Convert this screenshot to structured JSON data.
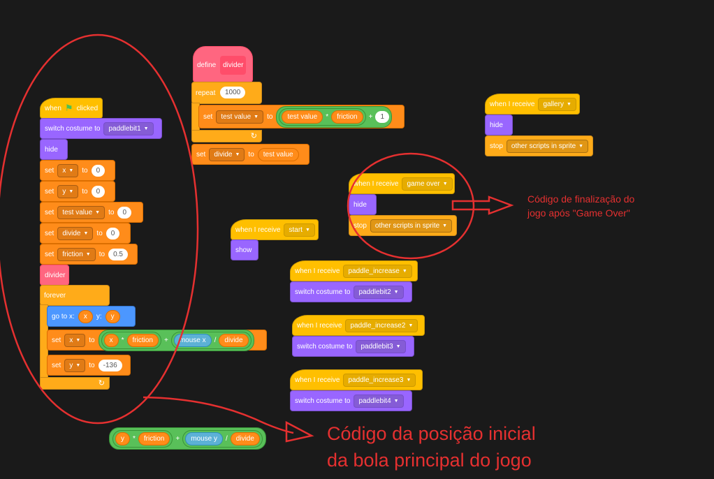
{
  "script_main": {
    "when_label": "when",
    "clicked_label": "clicked",
    "flag_icon": "green-flag",
    "switch_costume_label": "switch costume to",
    "costume": "paddlebit1",
    "hide_label": "hide",
    "set_label": "set",
    "to_label": "to",
    "sets": [
      {
        "var": "x",
        "value": "0"
      },
      {
        "var": "y",
        "value": "0"
      },
      {
        "var": "test value",
        "value": "0"
      },
      {
        "var": "divide",
        "value": "0"
      },
      {
        "var": "friction",
        "value": "0.5"
      }
    ],
    "divider_label": "divider",
    "forever_label": "forever",
    "goto_label": "go to x:",
    "goto_y_label": "y:",
    "goto_x_var": "x",
    "goto_y_var": "y",
    "set_x": {
      "var": "x",
      "a": "x",
      "op1": "*",
      "b": "friction",
      "op2": "+",
      "c": "mouse x",
      "op3": "/",
      "d": "divide"
    },
    "set_y": {
      "var": "y",
      "value": "-136"
    }
  },
  "define_script": {
    "define_label": "define",
    "name": "divider",
    "repeat_label": "repeat",
    "repeat_count": "1000",
    "set_label": "set",
    "to_label": "to",
    "inner_set": {
      "var": "test value",
      "a": "test value",
      "op1": "*",
      "b": "friction",
      "op2": "+",
      "c": "1"
    },
    "outer_set": {
      "var": "divide",
      "value": "test value"
    }
  },
  "gallery_script": {
    "when_label": "when I receive",
    "message": "gallery",
    "hide_label": "hide",
    "stop_label": "stop",
    "stop_option": "other scripts in sprite"
  },
  "gameover_script": {
    "when_label": "when I receive",
    "message": "game over",
    "hide_label": "hide",
    "stop_label": "stop",
    "stop_option": "other scripts in sprite"
  },
  "start_script": {
    "when_label": "when I receive",
    "message": "start",
    "show_label": "show"
  },
  "paddle_scripts": [
    {
      "when_label": "when I receive",
      "message": "paddle_increase",
      "switch_label": "switch costume to",
      "costume": "paddlebit2"
    },
    {
      "when_label": "when I receive",
      "message": "paddle_increase2",
      "switch_label": "switch costume to",
      "costume": "paddlebit3"
    },
    {
      "when_label": "when I receive",
      "message": "paddle_increase3",
      "switch_label": "switch costume to",
      "costume": "paddlebit4"
    }
  ],
  "loose_reporter": {
    "a": "y",
    "op1": "*",
    "b": "friction",
    "op2": "+",
    "c": "mouse y",
    "op3": "/",
    "d": "divide"
  },
  "annotations": {
    "gameover_note_line1": "Código de finalização do",
    "gameover_note_line2": "jogo após \"Game Over\"",
    "main_note_line1": "Código da posição inicial",
    "main_note_line2": "da bola principal do jogo"
  },
  "colors": {
    "event": "#ffbf00",
    "control": "#ffab19",
    "looks": "#9966ff",
    "variables": "#ff8c1a",
    "motion": "#4c97ff",
    "operators": "#59c059",
    "sensing": "#5cb1d6",
    "custom": "#ff6680",
    "annotation": "#e53030"
  }
}
